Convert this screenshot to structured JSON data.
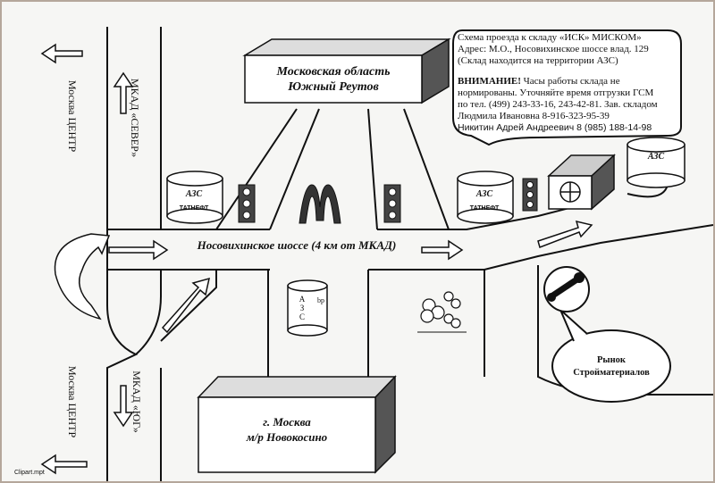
{
  "labels": {
    "region_north": "Московская область",
    "region_north_sub": "Южный Реутов",
    "road_main": "Носовихинское шоссе (4 км от МКАД)",
    "region_south": "г. Москва",
    "region_south_sub": "м/р  Новокосино",
    "mkad_north": "МКАД «СЕВЕР»",
    "mkad_south": "МКАД «ЮГ»",
    "moscow_center_top": "Москва ЦЕНТР",
    "moscow_center_bottom": "Москва ЦЕНТР",
    "azs_left": "АЗС",
    "azs_mid": "АЗС",
    "azs_right": "АЗС",
    "tatneft_left": "ТАТНЕФТ",
    "tatneft_mid": "ТАТНЕФТ",
    "market_line1": "Рынок",
    "market_line2": "Стройматериалов",
    "bp_a": "А",
    "bp_z": "З",
    "bp_c": "С",
    "bp_logo": "bp",
    "watermark": "Clipart.mpt"
  },
  "callout": {
    "line1": "Схема проезда к складу «ИСК» МИСКОМ»",
    "line2": "Адрес: М.О., Носовихинское шоссе влад. 129",
    "line3": "(Склад находится на территории АЗС)",
    "attention_label": "ВНИМАНИЕ!",
    "line4": " Часы работы склада не",
    "line5": "нормированы. Уточняйте время отгрузки ГСМ",
    "line6": "по тел. (499) 243-33-16, 243-42-81. Зав. складом",
    "line7": "Людмила Ивановна 8-916-323-95-39",
    "line8": "Никитин Адрей Андреевич 8 (985) 188-14-98"
  },
  "icons": {
    "traffic_light": "traffic-light-icon",
    "mcdonalds": "mcdonalds-logo-icon",
    "wrench": "wrench-icon",
    "clover": "clover-icon",
    "warehouse": "warehouse-icon"
  }
}
